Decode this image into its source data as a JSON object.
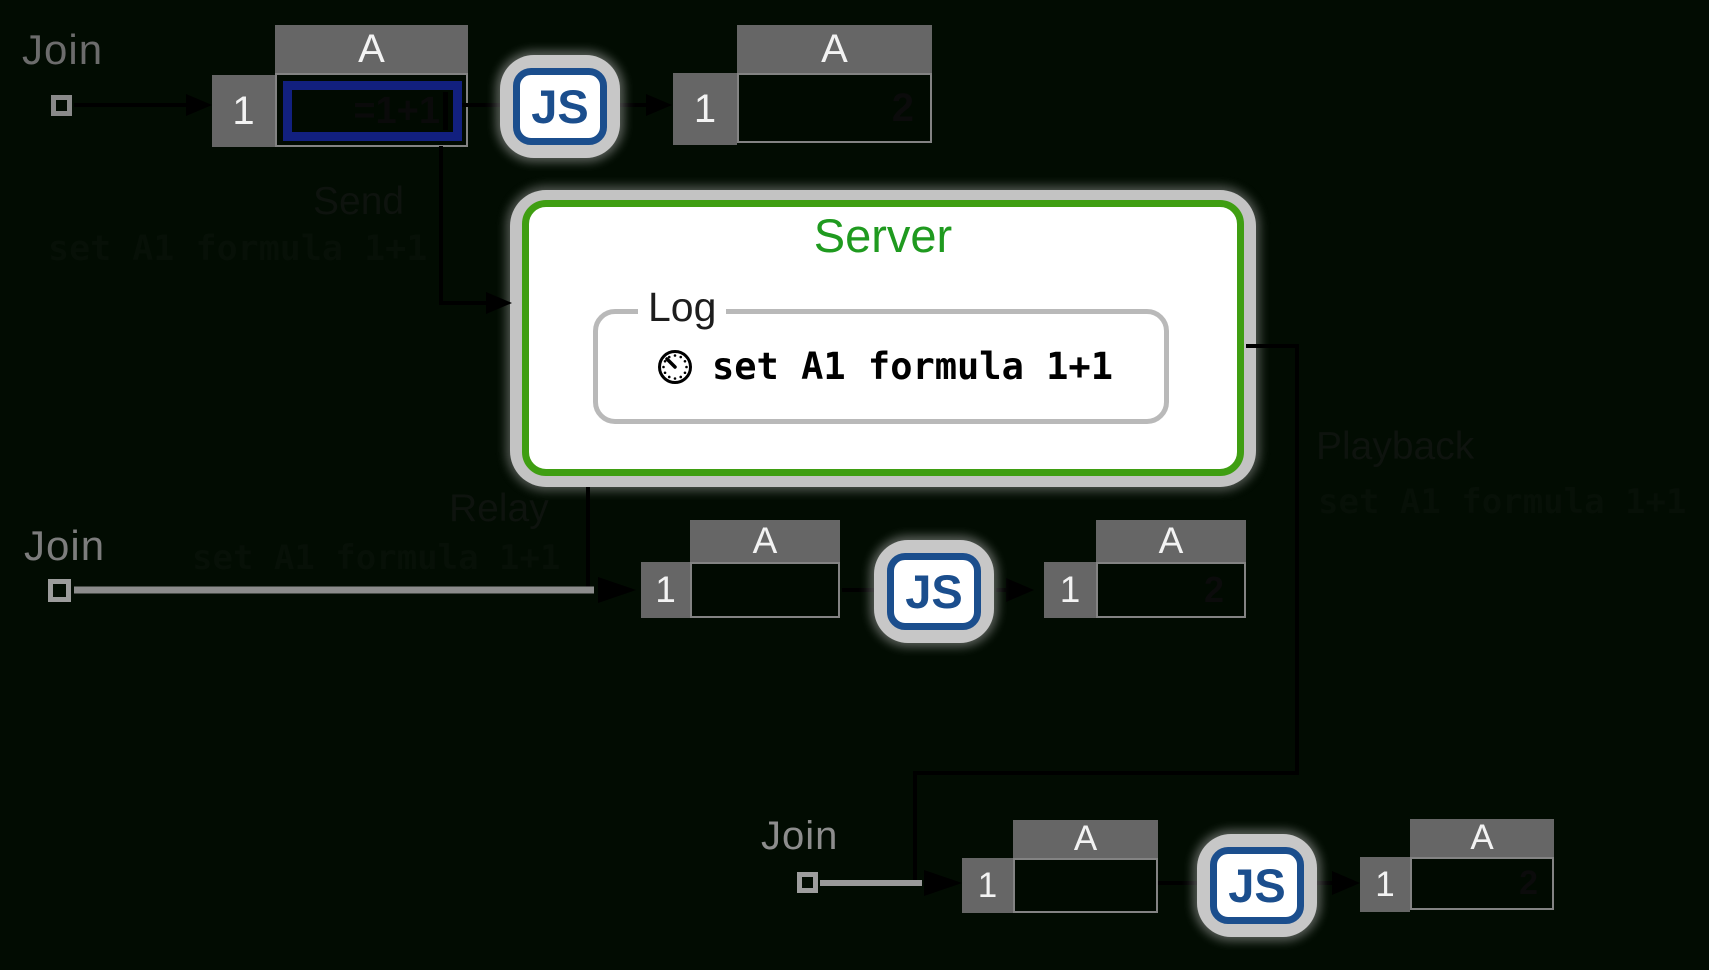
{
  "canvas": {
    "background": "#020c02"
  },
  "palette": {
    "server_green_border": "#3f9e12",
    "server_green_text": "#1f9a1f",
    "js_navy": "#1b4e8d",
    "selection_blue": "#12207f",
    "header_gray": "#666666",
    "glow_gray": "#c7c7c7",
    "muted_join_gray": "#7d7d7d",
    "dark_ink": "#0e130e"
  },
  "top_flow": {
    "join_label": "Join",
    "send_label": "Send",
    "send_command": "set A1 formula 1+1"
  },
  "middle_flow": {
    "join_label": "Join",
    "relay_label": "Relay",
    "relay_command": "set A1 formula 1+1"
  },
  "bottom_flow": {
    "join_label": "Join",
    "playback_label": "Playback",
    "playback_command": "set A1 formula 1+1"
  },
  "server": {
    "title": "Server",
    "log_label": "Log",
    "log_entry": "set A1 formula 1+1",
    "log_entry_icon": "stopwatch-icon"
  },
  "js_badge_label": "JS",
  "sheets": [
    {
      "name": "editor-sheet",
      "col_header": "A",
      "row_header": "1",
      "value": "=1+1",
      "selected": true
    },
    {
      "name": "editor-result-sheet",
      "col_header": "A",
      "row_header": "1",
      "value": "2"
    },
    {
      "name": "relay-client-sheet",
      "col_header": "A",
      "row_header": "1",
      "value": ""
    },
    {
      "name": "relay-client-result-sheet",
      "col_header": "A",
      "row_header": "1",
      "value": "2"
    },
    {
      "name": "playback-client-sheet",
      "col_header": "A",
      "row_header": "1",
      "value": ""
    },
    {
      "name": "playback-client-result-sheet",
      "col_header": "A",
      "row_header": "1",
      "value": "2"
    }
  ]
}
